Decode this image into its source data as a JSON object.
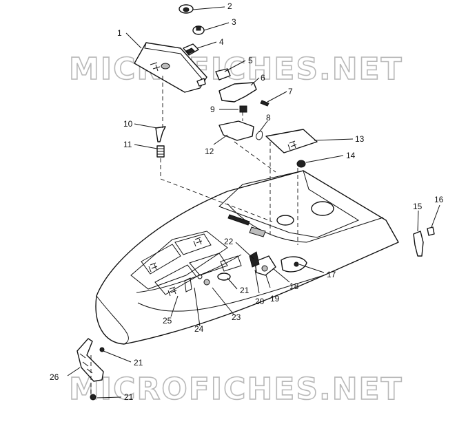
{
  "watermark": {
    "text_top": "MICROFICHES.NET",
    "text_bottom": "MICROFICHES.NET",
    "color": "#b8b8b8"
  },
  "callouts": [
    "1",
    "2",
    "3",
    "4",
    "5",
    "6",
    "7",
    "8",
    "9",
    "10",
    "11",
    "12",
    "13",
    "14",
    "15",
    "16",
    "17",
    "18",
    "19",
    "20",
    "21",
    "21",
    "21",
    "21",
    "22",
    "23",
    "24",
    "25",
    "26"
  ]
}
